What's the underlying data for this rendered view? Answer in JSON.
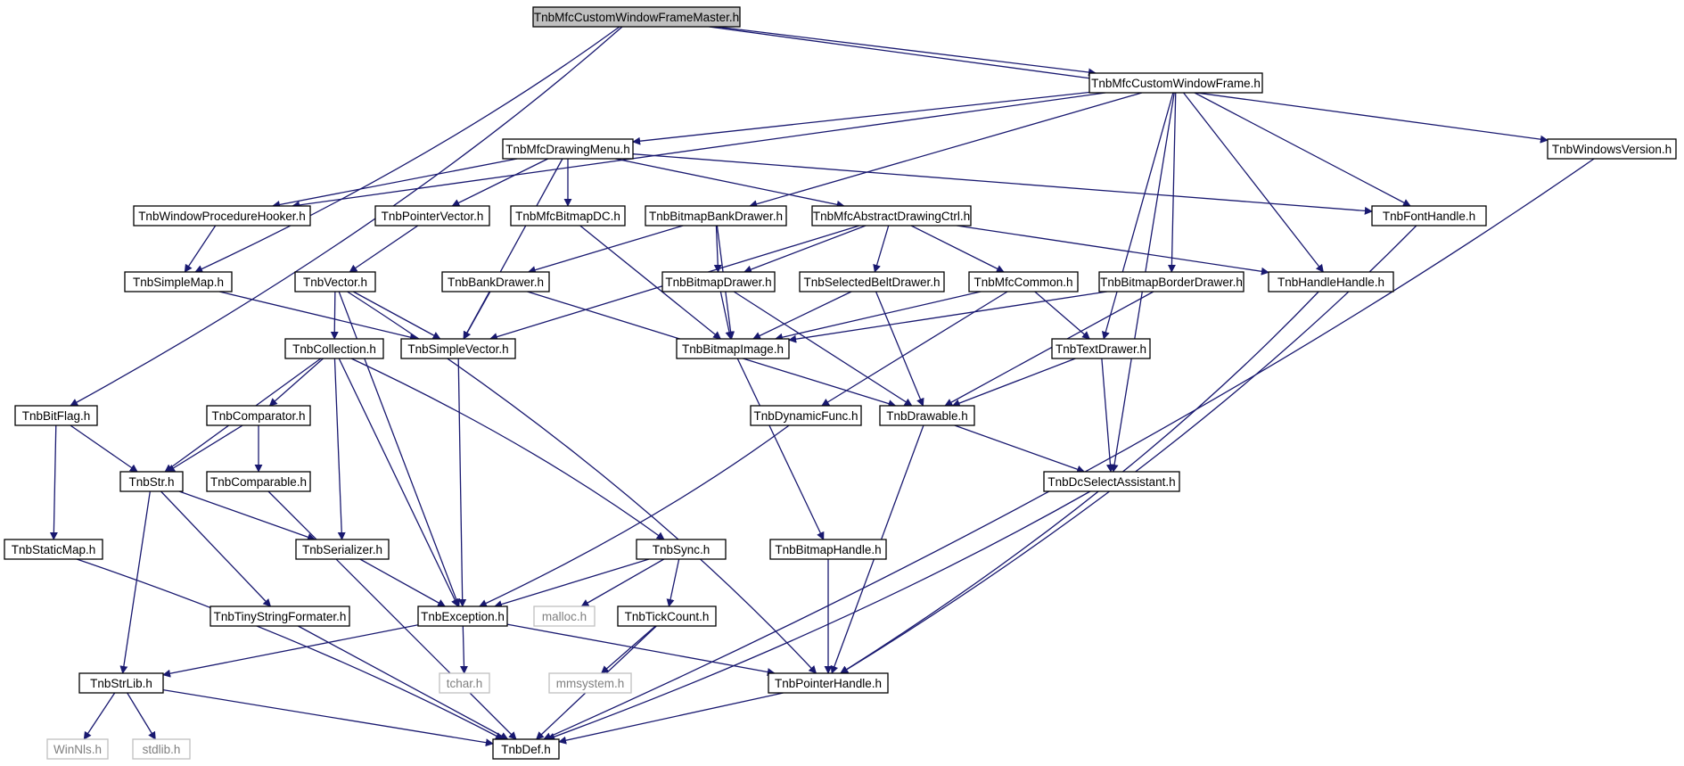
{
  "graph": {
    "title": "TnbMfcCustomWindowFrameMaster.h",
    "edge_color": "#191970",
    "root_fill": "#bfbfbf",
    "system_header_color": "#808080",
    "nodes": [
      {
        "id": "root",
        "label": "TnbMfcCustomWindowFrameMaster.h",
        "kind": "root"
      },
      {
        "id": "cwf",
        "label": "TnbMfcCustomWindowFrame.h"
      },
      {
        "id": "winver",
        "label": "TnbWindowsVersion.h"
      },
      {
        "id": "menu",
        "label": "TnbMfcDrawingMenu.h"
      },
      {
        "id": "wph",
        "label": "TnbWindowProcedureHooker.h"
      },
      {
        "id": "ptrvec",
        "label": "TnbPointerVector.h"
      },
      {
        "id": "bmpdc",
        "label": "TnbMfcBitmapDC.h"
      },
      {
        "id": "bbankd",
        "label": "TnbBitmapBankDrawer.h"
      },
      {
        "id": "absctrl",
        "label": "TnbMfcAbstractDrawingCtrl.h"
      },
      {
        "id": "fonth",
        "label": "TnbFontHandle.h"
      },
      {
        "id": "smap",
        "label": "TnbSimpleMap.h"
      },
      {
        "id": "vec",
        "label": "TnbVector.h"
      },
      {
        "id": "bankd",
        "label": "TnbBankDrawer.h"
      },
      {
        "id": "bmpd",
        "label": "TnbBitmapDrawer.h"
      },
      {
        "id": "selbd",
        "label": "TnbSelectedBeltDrawer.h"
      },
      {
        "id": "mfccom",
        "label": "TnbMfcCommon.h"
      },
      {
        "id": "bmpbd",
        "label": "TnbBitmapBorderDrawer.h"
      },
      {
        "id": "hh",
        "label": "TnbHandleHandle.h"
      },
      {
        "id": "coll",
        "label": "TnbCollection.h"
      },
      {
        "id": "svec",
        "label": "TnbSimpleVector.h"
      },
      {
        "id": "bimg",
        "label": "TnbBitmapImage.h"
      },
      {
        "id": "txtd",
        "label": "TnbTextDrawer.h"
      },
      {
        "id": "bitflag",
        "label": "TnbBitFlag.h"
      },
      {
        "id": "cmptr",
        "label": "TnbComparator.h"
      },
      {
        "id": "dynf",
        "label": "TnbDynamicFunc.h"
      },
      {
        "id": "drawable",
        "label": "TnbDrawable.h"
      },
      {
        "id": "str",
        "label": "TnbStr.h"
      },
      {
        "id": "cmpbl",
        "label": "TnbComparable.h"
      },
      {
        "id": "dcsel",
        "label": "TnbDcSelectAssistant.h"
      },
      {
        "id": "smapst",
        "label": "TnbStaticMap.h"
      },
      {
        "id": "ser",
        "label": "TnbSerializer.h"
      },
      {
        "id": "sync",
        "label": "TnbSync.h"
      },
      {
        "id": "bmph",
        "label": "TnbBitmapHandle.h"
      },
      {
        "id": "tsf",
        "label": "TnbTinyStringFormater.h"
      },
      {
        "id": "exc",
        "label": "TnbException.h"
      },
      {
        "id": "malloc",
        "label": "malloc.h",
        "kind": "system"
      },
      {
        "id": "tick",
        "label": "TnbTickCount.h"
      },
      {
        "id": "strlib",
        "label": "TnbStrLib.h"
      },
      {
        "id": "tchar",
        "label": "tchar.h",
        "kind": "system"
      },
      {
        "id": "mmsys",
        "label": "mmsystem.h",
        "kind": "system"
      },
      {
        "id": "ptrh",
        "label": "TnbPointerHandle.h"
      },
      {
        "id": "winnls",
        "label": "WinNls.h",
        "kind": "system"
      },
      {
        "id": "stdlib",
        "label": "stdlib.h",
        "kind": "system"
      },
      {
        "id": "def",
        "label": "TnbDef.h"
      }
    ],
    "edges": [
      [
        "root",
        "cwf"
      ],
      [
        "root",
        "winver"
      ],
      [
        "root",
        "smap"
      ],
      [
        "root",
        "bitflag"
      ],
      [
        "cwf",
        "menu"
      ],
      [
        "cwf",
        "wph"
      ],
      [
        "cwf",
        "bbankd"
      ],
      [
        "cwf",
        "fonth"
      ],
      [
        "cwf",
        "bmpbd"
      ],
      [
        "cwf",
        "hh"
      ],
      [
        "cwf",
        "txtd"
      ],
      [
        "cwf",
        "dcsel"
      ],
      [
        "winver",
        "def"
      ],
      [
        "menu",
        "wph"
      ],
      [
        "menu",
        "ptrvec"
      ],
      [
        "menu",
        "bmpdc"
      ],
      [
        "menu",
        "absctrl"
      ],
      [
        "menu",
        "fonth"
      ],
      [
        "menu",
        "svec"
      ],
      [
        "wph",
        "smap"
      ],
      [
        "ptrvec",
        "vec"
      ],
      [
        "bmpdc",
        "bimg"
      ],
      [
        "bbankd",
        "bankd"
      ],
      [
        "bbankd",
        "bmpd"
      ],
      [
        "bbankd",
        "bimg"
      ],
      [
        "absctrl",
        "bmpd"
      ],
      [
        "absctrl",
        "selbd"
      ],
      [
        "absctrl",
        "mfccom"
      ],
      [
        "absctrl",
        "hh"
      ],
      [
        "absctrl",
        "svec"
      ],
      [
        "fonth",
        "ptrh"
      ],
      [
        "smap",
        "svec"
      ],
      [
        "vec",
        "coll"
      ],
      [
        "vec",
        "svec"
      ],
      [
        "vec",
        "exc"
      ],
      [
        "vec",
        "ptrh"
      ],
      [
        "bankd",
        "svec"
      ],
      [
        "bankd",
        "drawable"
      ],
      [
        "bmpd",
        "bimg"
      ],
      [
        "bmpd",
        "drawable"
      ],
      [
        "selbd",
        "bimg"
      ],
      [
        "selbd",
        "drawable"
      ],
      [
        "mfccom",
        "bimg"
      ],
      [
        "mfccom",
        "txtd"
      ],
      [
        "mfccom",
        "dynf"
      ],
      [
        "bmpbd",
        "bimg"
      ],
      [
        "bmpbd",
        "drawable"
      ],
      [
        "hh",
        "ptrh"
      ],
      [
        "coll",
        "cmptr"
      ],
      [
        "coll",
        "str"
      ],
      [
        "coll",
        "ser"
      ],
      [
        "coll",
        "exc"
      ],
      [
        "coll",
        "sync"
      ],
      [
        "svec",
        "exc"
      ],
      [
        "bimg",
        "bmph"
      ],
      [
        "txtd",
        "drawable"
      ],
      [
        "txtd",
        "dcsel"
      ],
      [
        "bitflag",
        "str"
      ],
      [
        "bitflag",
        "smapst"
      ],
      [
        "cmptr",
        "str"
      ],
      [
        "cmptr",
        "cmpbl"
      ],
      [
        "dynf",
        "exc"
      ],
      [
        "drawable",
        "dcsel"
      ],
      [
        "drawable",
        "ptrh"
      ],
      [
        "str",
        "ser"
      ],
      [
        "str",
        "strlib"
      ],
      [
        "str",
        "tsf"
      ],
      [
        "cmpbl",
        "def"
      ],
      [
        "dcsel",
        "def"
      ],
      [
        "smapst",
        "def"
      ],
      [
        "ser",
        "exc"
      ],
      [
        "sync",
        "exc"
      ],
      [
        "sync",
        "malloc"
      ],
      [
        "sync",
        "tick"
      ],
      [
        "bmph",
        "ptrh"
      ],
      [
        "tsf",
        "def"
      ],
      [
        "exc",
        "strlib"
      ],
      [
        "exc",
        "tchar"
      ],
      [
        "exc",
        "ptrh"
      ],
      [
        "tick",
        "mmsys"
      ],
      [
        "tick",
        "def"
      ],
      [
        "strlib",
        "winnls"
      ],
      [
        "strlib",
        "stdlib"
      ],
      [
        "strlib",
        "def"
      ],
      [
        "ptrh",
        "def"
      ]
    ]
  }
}
